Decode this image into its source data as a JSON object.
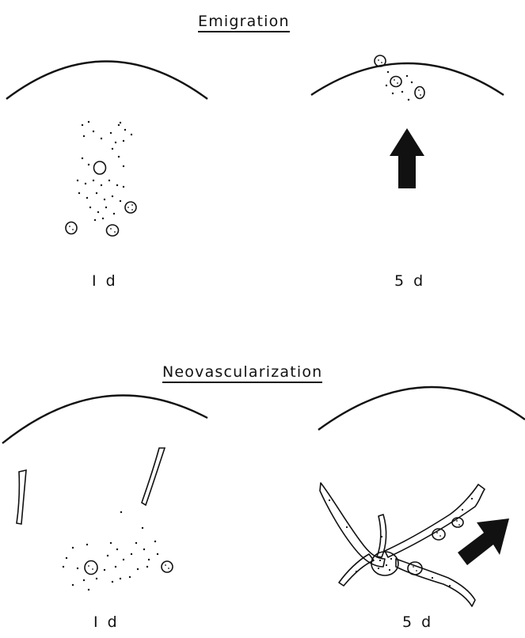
{
  "emigration": {
    "title": "Emigration",
    "left_label": "I d",
    "right_label": "5 d"
  },
  "neovascularization": {
    "title": "Neovascularization",
    "left_label": "I d",
    "right_label": "5 d"
  },
  "colors": {
    "ink": "#111111",
    "background": "#ffffff"
  },
  "icons": [
    "arrow-up-icon",
    "arrow-diagonal-icon"
  ]
}
